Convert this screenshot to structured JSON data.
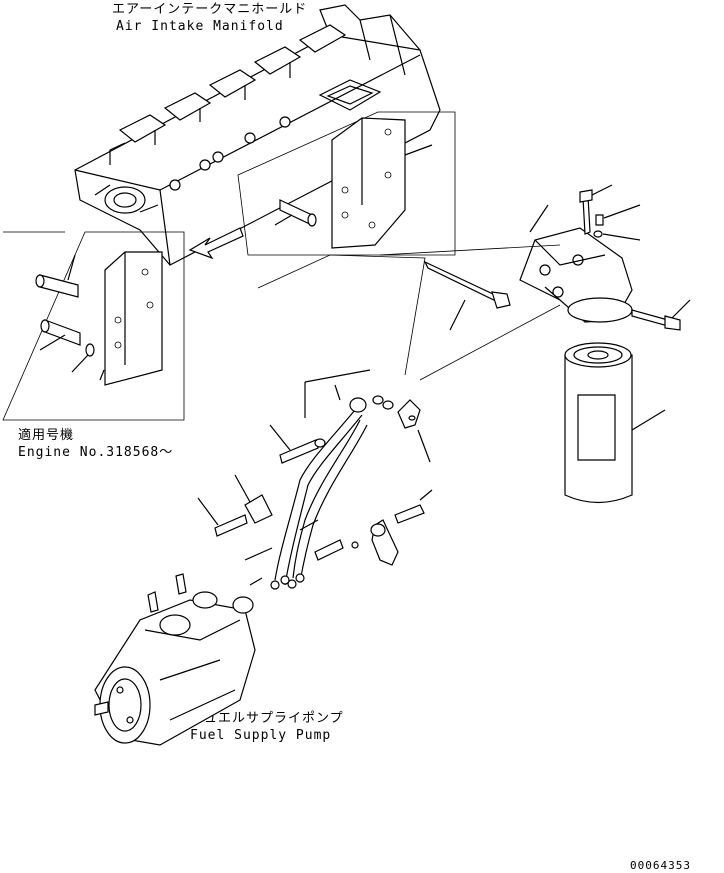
{
  "labels": {
    "manifold_jp": "エアーインテークマニホールド",
    "manifold_en": "Air Intake Manifold",
    "applic_jp": "適用号機",
    "applic_en": "Engine No.318568～",
    "pump_jp": "フュエルサプライポンプ",
    "pump_en": "Fuel Supply Pump",
    "drawing_no": "00064353"
  }
}
